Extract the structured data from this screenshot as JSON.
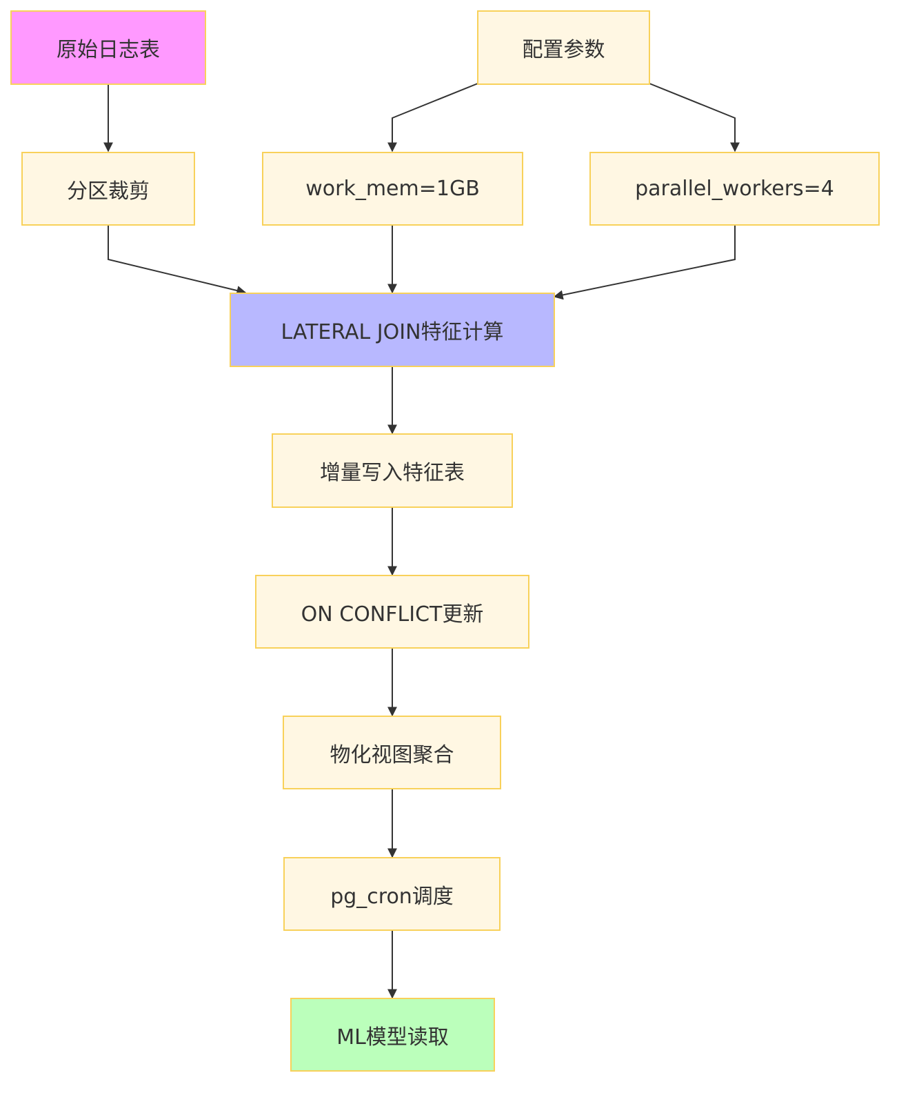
{
  "diagram": {
    "type": "flowchart",
    "direction": "top-down",
    "colors": {
      "default_fill": "#fff7e3",
      "border": "#f8d15a",
      "edge": "#333333",
      "text": "#333333",
      "source_fill": "#ff99ff",
      "compute_fill": "#b8b8ff",
      "output_fill": "#bbffbb"
    },
    "nodes": [
      {
        "id": "raw_logs",
        "label": "原始日志表",
        "fill": "#ff99ff"
      },
      {
        "id": "config",
        "label": "配置参数",
        "fill": "#fff7e3"
      },
      {
        "id": "partition_prune",
        "label": "分区裁剪",
        "fill": "#fff7e3"
      },
      {
        "id": "work_mem",
        "label": "work_mem=1GB",
        "fill": "#fff7e3"
      },
      {
        "id": "parallel_workers",
        "label": "parallel_workers=4",
        "fill": "#fff7e3"
      },
      {
        "id": "lateral_join",
        "label": "LATERAL JOIN特征计算",
        "fill": "#b8b8ff"
      },
      {
        "id": "incremental_write",
        "label": "增量写入特征表",
        "fill": "#fff7e3"
      },
      {
        "id": "on_conflict",
        "label": "ON CONFLICT更新",
        "fill": "#fff7e3"
      },
      {
        "id": "mat_view",
        "label": "物化视图聚合",
        "fill": "#fff7e3"
      },
      {
        "id": "pg_cron",
        "label": "pg_cron调度",
        "fill": "#fff7e3"
      },
      {
        "id": "ml_read",
        "label": "ML模型读取",
        "fill": "#bbffbb"
      }
    ],
    "edges": [
      {
        "from": "raw_logs",
        "to": "partition_prune"
      },
      {
        "from": "config",
        "to": "work_mem"
      },
      {
        "from": "config",
        "to": "parallel_workers"
      },
      {
        "from": "partition_prune",
        "to": "lateral_join"
      },
      {
        "from": "work_mem",
        "to": "lateral_join"
      },
      {
        "from": "parallel_workers",
        "to": "lateral_join"
      },
      {
        "from": "lateral_join",
        "to": "incremental_write"
      },
      {
        "from": "incremental_write",
        "to": "on_conflict"
      },
      {
        "from": "on_conflict",
        "to": "mat_view"
      },
      {
        "from": "mat_view",
        "to": "pg_cron"
      },
      {
        "from": "pg_cron",
        "to": "ml_read"
      }
    ]
  }
}
